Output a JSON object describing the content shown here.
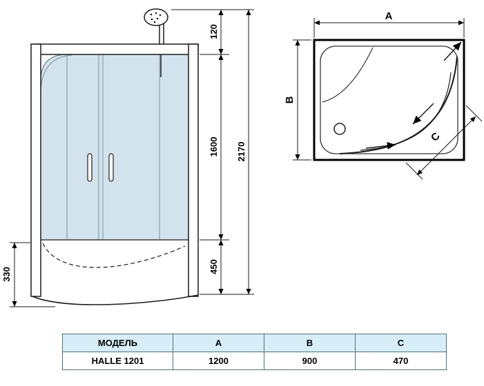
{
  "front_view": {
    "dims": {
      "top_section": "120",
      "glass_height": "1600",
      "tray_height": "450",
      "total_height": "2170",
      "tray_front_height": "330"
    }
  },
  "top_view": {
    "dims": {
      "width_label": "A",
      "depth_label": "B",
      "corner_label": "C"
    }
  },
  "table": {
    "headers": [
      "МОДЕЛЬ",
      "A",
      "B",
      "C"
    ],
    "rows": [
      [
        "HALLE 1201",
        "1200",
        "900",
        "470"
      ]
    ]
  },
  "colors": {
    "glass_fill": "#d3e3ed",
    "table_header_bg": "#d7edf7",
    "line": "#000000"
  }
}
